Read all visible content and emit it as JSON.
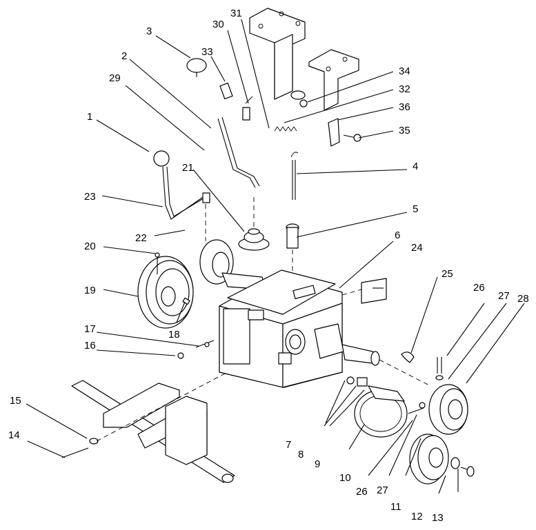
{
  "diagram": {
    "callouts": [
      {
        "id": "c1",
        "label": "1"
      },
      {
        "id": "c2",
        "label": "2"
      },
      {
        "id": "c3",
        "label": "3"
      },
      {
        "id": "c4",
        "label": "4"
      },
      {
        "id": "c5",
        "label": "5"
      },
      {
        "id": "c6",
        "label": "6"
      },
      {
        "id": "c7",
        "label": "7"
      },
      {
        "id": "c8",
        "label": "8"
      },
      {
        "id": "c9",
        "label": "9"
      },
      {
        "id": "c10",
        "label": "10"
      },
      {
        "id": "c11",
        "label": "11"
      },
      {
        "id": "c12",
        "label": "12"
      },
      {
        "id": "c13",
        "label": "13"
      },
      {
        "id": "c14",
        "label": "14"
      },
      {
        "id": "c15",
        "label": "15"
      },
      {
        "id": "c16",
        "label": "16"
      },
      {
        "id": "c17",
        "label": "17"
      },
      {
        "id": "c18",
        "label": "18"
      },
      {
        "id": "c19",
        "label": "19"
      },
      {
        "id": "c20",
        "label": "20"
      },
      {
        "id": "c21",
        "label": "21"
      },
      {
        "id": "c22",
        "label": "22"
      },
      {
        "id": "c23",
        "label": "23"
      },
      {
        "id": "c24",
        "label": "24"
      },
      {
        "id": "c25",
        "label": "25"
      },
      {
        "id": "c26a",
        "label": "26"
      },
      {
        "id": "c26b",
        "label": "26"
      },
      {
        "id": "c27a",
        "label": "27"
      },
      {
        "id": "c27b",
        "label": "27"
      },
      {
        "id": "c28",
        "label": "28"
      },
      {
        "id": "c29",
        "label": "29"
      },
      {
        "id": "c30",
        "label": "30"
      },
      {
        "id": "c31",
        "label": "31"
      },
      {
        "id": "c32",
        "label": "32"
      },
      {
        "id": "c33",
        "label": "33"
      },
      {
        "id": "c34",
        "label": "34"
      },
      {
        "id": "c35",
        "label": "35"
      },
      {
        "id": "c36",
        "label": "36"
      }
    ]
  }
}
